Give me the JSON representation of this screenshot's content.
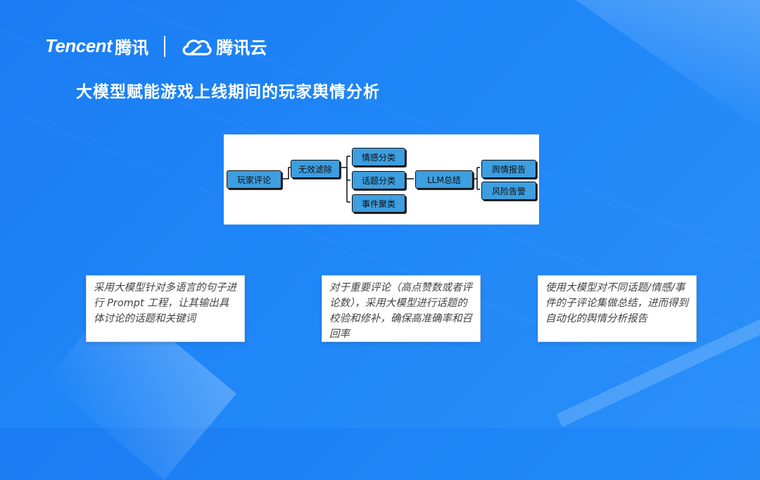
{
  "header": {
    "brand_en": "Tencent",
    "brand_cn": "腾讯",
    "cloud_name": "腾讯云"
  },
  "title": "大模型赋能游戏上线期间的玩家舆情分析",
  "diagram": {
    "nodes": {
      "player_comments": "玩家评论",
      "invalid_filter": "无效滤除",
      "sentiment": "情感分类",
      "topic": "话题分类",
      "event": "事件聚类",
      "llm_summary": "LLM总结",
      "report": "舆情报告",
      "risk_alert": "风险告警"
    },
    "node_color": "#3d9ee0"
  },
  "notes": [
    "采用大模型针对多语言的句子进行 Prompt 工程，让其输出具体讨论的话题和关键词",
    "对于重要评论（高点赞数或者评论数），采用大模型进行话题的校验和修补，确保高准确率和召回率",
    "使用大模型对不同话题/情感/事件的子评论集做总结，进而得到自动化的舆情分析报告"
  ],
  "colors": {
    "background": "#1f86f8",
    "accent": "#3d9ee0"
  }
}
